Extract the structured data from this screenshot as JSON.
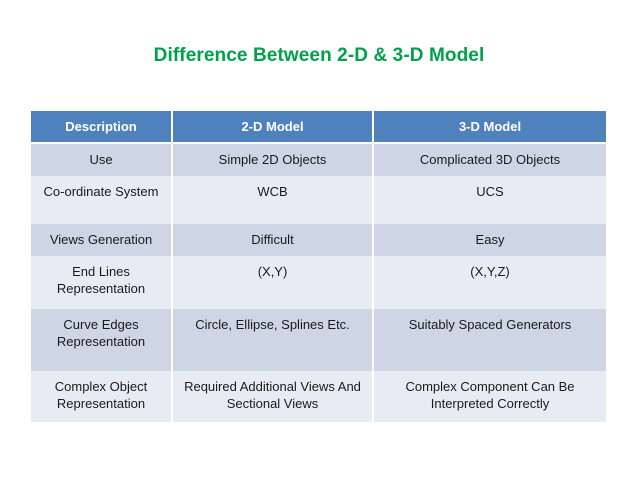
{
  "slide": {
    "title": "Difference Between 2-D & 3-D Model",
    "title_color": "#00a14b",
    "background_color": "#ffffff"
  },
  "table": {
    "header_bg": "#4f81bd",
    "header_text_color": "#ffffff",
    "band_dark": "#ced5e4",
    "band_light": "#e7ebf3",
    "columns": [
      {
        "label": "Description"
      },
      {
        "label": "2-D Model"
      },
      {
        "label": "3-D Model"
      }
    ],
    "rows": [
      {
        "description": "Use",
        "model_2d": "Simple 2D Objects",
        "model_3d": "Complicated 3D Objects"
      },
      {
        "description": "Co-ordinate System",
        "model_2d": "WCB",
        "model_3d": "UCS"
      },
      {
        "description": "Views Generation",
        "model_2d": "Difficult",
        "model_3d": "Easy"
      },
      {
        "description": "End Lines Representation",
        "model_2d": "(X,Y)",
        "model_3d": "(X,Y,Z)"
      },
      {
        "description": "Curve Edges Representation",
        "model_2d": "Circle, Ellipse, Splines Etc.",
        "model_3d": "Suitably Spaced Generators"
      },
      {
        "description": "Complex Object Representation",
        "model_2d": "Required Additional Views And Sectional Views",
        "model_3d": "Complex Component Can Be Interpreted Correctly"
      }
    ]
  }
}
